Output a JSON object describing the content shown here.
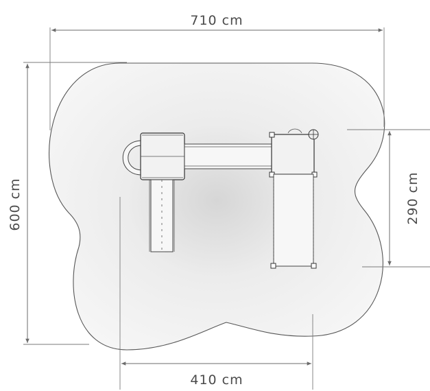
{
  "dimensions": {
    "width_total": "710 cm",
    "height_total": "600 cm",
    "depth_right": "290 cm",
    "width_bottom": "410 cm"
  },
  "colors": {
    "safety_zone_fill": "#f1f1f1",
    "safety_zone_shade": "#d9d9d9",
    "lines": "#6b6b6b",
    "text": "#4a4a4a"
  }
}
